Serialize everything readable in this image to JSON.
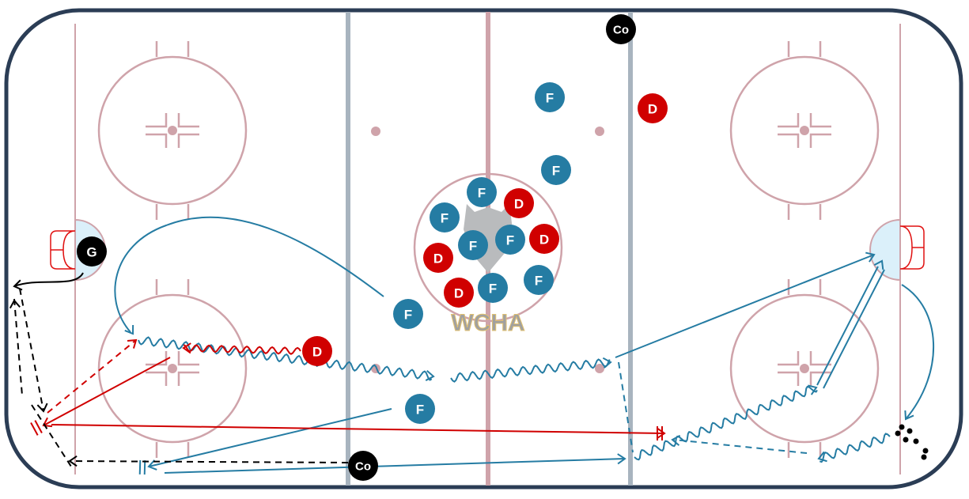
{
  "diagram": {
    "title": "Hockey drill diagram",
    "logo_text": "WCHA",
    "colors": {
      "board": "#2b3d55",
      "rink_line": "#cfa3aa",
      "blue_line": "#a8b4bf",
      "crease": "#dbf0fa",
      "forward": "#257ca3",
      "defense": "#d00000",
      "coach": "#000000",
      "net": "#e01010"
    },
    "players": [
      {
        "label": "Co",
        "role": "coach"
      },
      {
        "label": "F",
        "role": "forward"
      },
      {
        "label": "D",
        "role": "defense"
      },
      {
        "label": "F",
        "role": "forward"
      },
      {
        "label": "F",
        "role": "forward"
      },
      {
        "label": "D",
        "role": "defense"
      },
      {
        "label": "F",
        "role": "forward"
      },
      {
        "label": "F",
        "role": "forward"
      },
      {
        "label": "F",
        "role": "forward"
      },
      {
        "label": "D",
        "role": "defense"
      },
      {
        "label": "D",
        "role": "defense"
      },
      {
        "label": "F",
        "role": "forward"
      },
      {
        "label": "F",
        "role": "forward"
      },
      {
        "label": "D",
        "role": "defense"
      },
      {
        "label": "F",
        "role": "forward"
      },
      {
        "label": "D",
        "role": "defense"
      },
      {
        "label": "F",
        "role": "forward"
      },
      {
        "label": "Co",
        "role": "coach"
      },
      {
        "label": "G",
        "role": "coach"
      }
    ]
  }
}
